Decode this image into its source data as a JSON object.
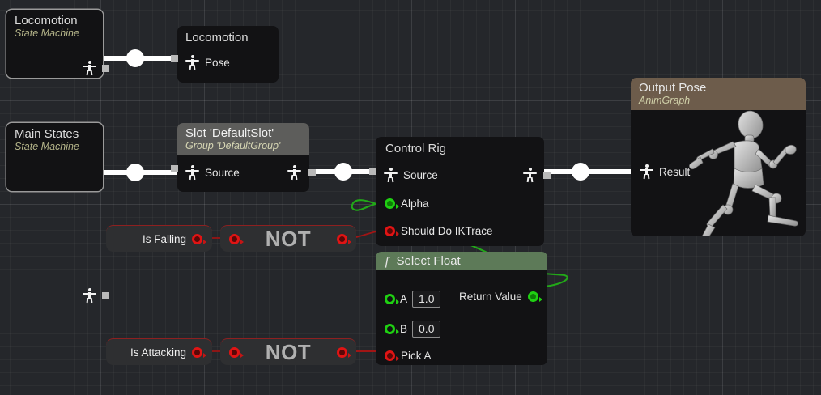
{
  "app": {
    "context": "unreal-animgraph-editor",
    "canvas_background": "#25272b"
  },
  "colors": {
    "pose_wire": "#ffffff",
    "float_pin": "#1fd012",
    "bool_pin": "#c41515",
    "slot_header": "#5d5d5b",
    "output_header": "#6d5c4b",
    "function_header": "#5d7a58",
    "node_body": "#121214"
  },
  "nodes": {
    "locomotion_sm": {
      "title": "Locomotion",
      "subtitle": "State Machine",
      "output_pin": "pose-out"
    },
    "locomotion_pose": {
      "title": "Locomotion",
      "pins": [
        {
          "label": "Pose",
          "type": "pose",
          "dir": "in"
        }
      ]
    },
    "main_states_sm": {
      "title": "Main States",
      "subtitle": "State Machine",
      "output_pin": "pose-out"
    },
    "slot": {
      "title": "Slot 'DefaultSlot'",
      "subtitle": "Group 'DefaultGroup'",
      "pins": [
        {
          "label": "Source",
          "type": "pose",
          "dir": "in"
        }
      ]
    },
    "control_rig": {
      "title": "Control Rig",
      "pins": [
        {
          "label": "Source",
          "type": "pose",
          "dir": "in"
        },
        {
          "label": "Alpha",
          "type": "float",
          "dir": "in",
          "connected": true
        },
        {
          "label": "Should Do IKTrace",
          "type": "bool",
          "dir": "in",
          "connected": true
        }
      ]
    },
    "select_float": {
      "title": "Select Float",
      "icon": "function-icon",
      "inputs": [
        {
          "label": "A",
          "type": "float",
          "value": "1.0"
        },
        {
          "label": "B",
          "type": "float",
          "value": "0.0"
        },
        {
          "label": "Pick A",
          "type": "bool",
          "connected": true
        }
      ],
      "outputs": [
        {
          "label": "Return Value",
          "type": "float",
          "connected": true
        }
      ]
    },
    "output_pose": {
      "title": "Output Pose",
      "subtitle": "AnimGraph",
      "pins": [
        {
          "label": "Result",
          "type": "pose",
          "dir": "in"
        }
      ],
      "watermark": "running-mannequin"
    },
    "is_falling": {
      "label": "Is Falling",
      "output_type": "bool"
    },
    "not_falling": {
      "label": "NOT",
      "input_type": "bool",
      "output_type": "bool"
    },
    "is_attacking": {
      "label": "Is Attacking",
      "output_type": "bool"
    },
    "not_attacking": {
      "label": "NOT",
      "input_type": "bool",
      "output_type": "bool"
    }
  }
}
